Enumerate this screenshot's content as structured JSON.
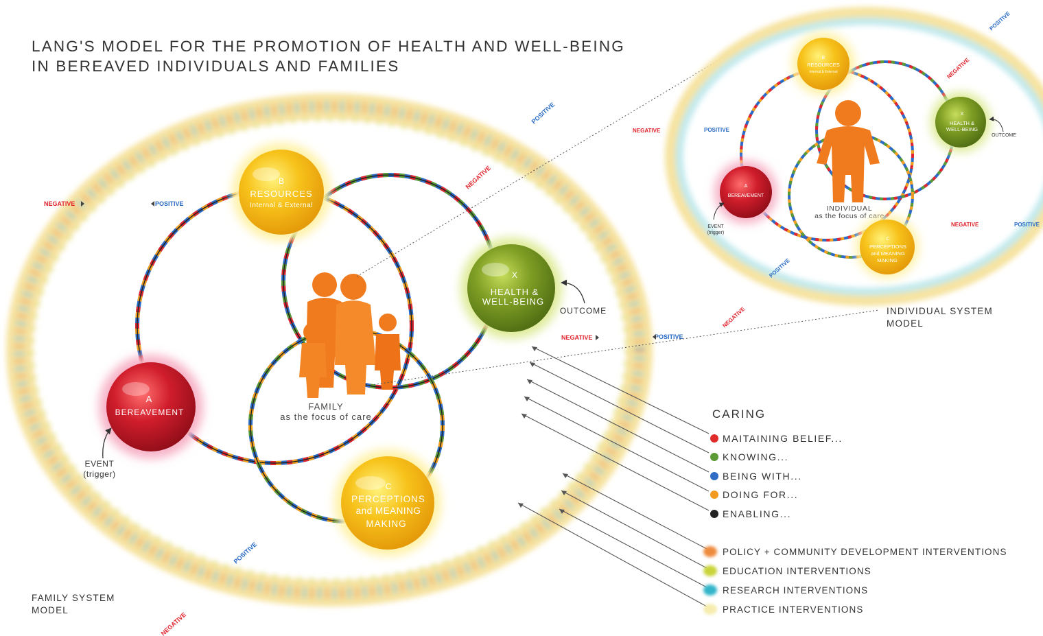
{
  "title_line1": "LANG'S MODEL FOR THE PROMOTION OF HEALTH AND WELL-BEING",
  "title_line2": "IN BEREAVED INDIVIDUALS AND FAMILIES",
  "family": {
    "node_a": {
      "letter": "A",
      "label": "BEREAVEMENT"
    },
    "node_b": {
      "letter": "B",
      "label": "RESOURCES",
      "sub": "Internal & External"
    },
    "node_c": {
      "letter": "C",
      "line1": "PERCEPTIONS",
      "line2": "and MEANING",
      "line3": "MAKING"
    },
    "node_x": {
      "letter": "X",
      "line1": "HEALTH &",
      "line2": "WELL-BEING"
    },
    "focus_title": "FAMILY",
    "focus_sub": "as the focus of care",
    "event_label": "EVENT",
    "event_sub": "(trigger)",
    "outcome": "OUTCOME",
    "caption_line1": "FAMILY SYSTEM",
    "caption_line2": "MODEL"
  },
  "individual": {
    "node_a": {
      "letter": "A",
      "label": "BEREAVEMENT"
    },
    "node_b": {
      "letter": "B",
      "label": "RESOURCES",
      "sub": "Internal & External"
    },
    "node_c": {
      "letter": "C",
      "line1": "PERCEPTIONS",
      "line2": "and MEANING",
      "line3": "MAKING"
    },
    "node_x": {
      "letter": "X",
      "line1": "HEALTH &",
      "line2": "WELL-BEING"
    },
    "focus_title": "INDIVIDUAL",
    "focus_sub": "as the focus of care",
    "event_label": "EVENT",
    "event_sub": "(trigger)",
    "outcome": "OUTCOME",
    "caption_line1": "INDIVIDUAL SYSTEM",
    "caption_line2": "MODEL"
  },
  "arrows": {
    "positive": "POSITIVE",
    "negative": "NEGATIVE"
  },
  "caring": {
    "heading": "CARING",
    "items": [
      {
        "label": "MAITAINING BELIEF...",
        "color": "#e02b2b"
      },
      {
        "label": "KNOWING...",
        "color": "#5b9a34"
      },
      {
        "label": "BEING WITH...",
        "color": "#2f6cc3"
      },
      {
        "label": "DOING FOR...",
        "color": "#f29a1f"
      },
      {
        "label": "ENABLING...",
        "color": "#222222"
      }
    ]
  },
  "interventions": [
    {
      "label": "POLICY + COMMUNITY DEVELOPMENT INTERVENTIONS",
      "color": "#ee8a3c"
    },
    {
      "label": "EDUCATION INTERVENTIONS",
      "color": "#c9d43a"
    },
    {
      "label": "RESEARCH INTERVENTIONS",
      "color": "#33b5c9"
    },
    {
      "label": "PRACTICE INTERVENTIONS",
      "color": "#f6ecae"
    }
  ],
  "colors": {
    "node_red": "#c8192a",
    "node_yellow": "#f5b80e",
    "node_green": "#7a9a22",
    "figure_orange": "#f07a1e",
    "positive_blue": "#2a6bc4",
    "negative_red": "#e0242d"
  }
}
